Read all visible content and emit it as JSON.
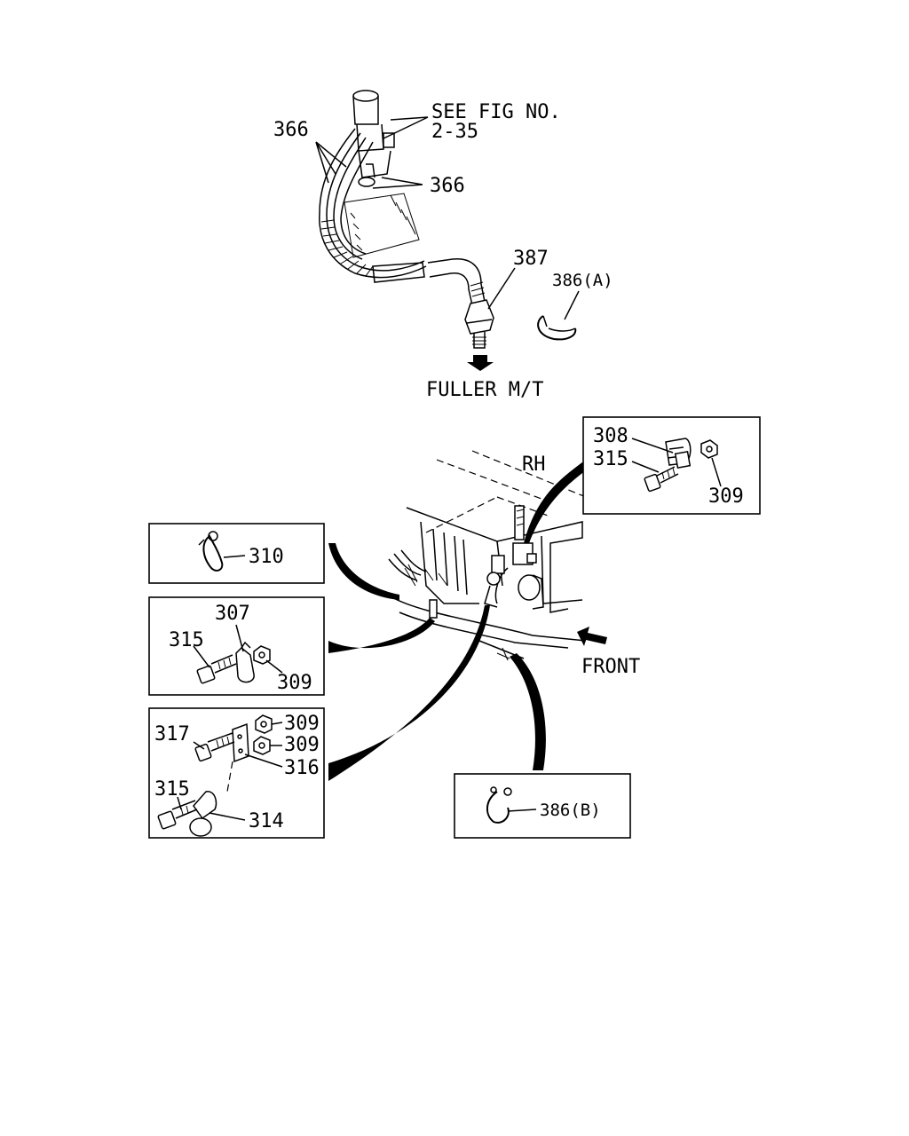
{
  "top_assembly": {
    "see_fig_line1": "SEE FIG NO.",
    "see_fig_line2": "2-35",
    "label_366_left": "366",
    "label_366_right": "366",
    "label_387": "387",
    "label_386a": "386(A)",
    "caption": "FULLER M/T"
  },
  "main_view": {
    "rh_label": "RH",
    "front_label": "FRONT"
  },
  "detail_boxes": {
    "box_rh": {
      "l308": "308",
      "l315": "315",
      "l309": "309"
    },
    "box_310": {
      "l310": "310"
    },
    "box_307": {
      "l307": "307",
      "l315": "315",
      "l309": "309"
    },
    "box_317": {
      "l317": "317",
      "l309a": "309",
      "l309b": "309",
      "l316": "316",
      "l315": "315",
      "l314": "314"
    },
    "box_386b": {
      "l386b": "386(B)"
    }
  }
}
